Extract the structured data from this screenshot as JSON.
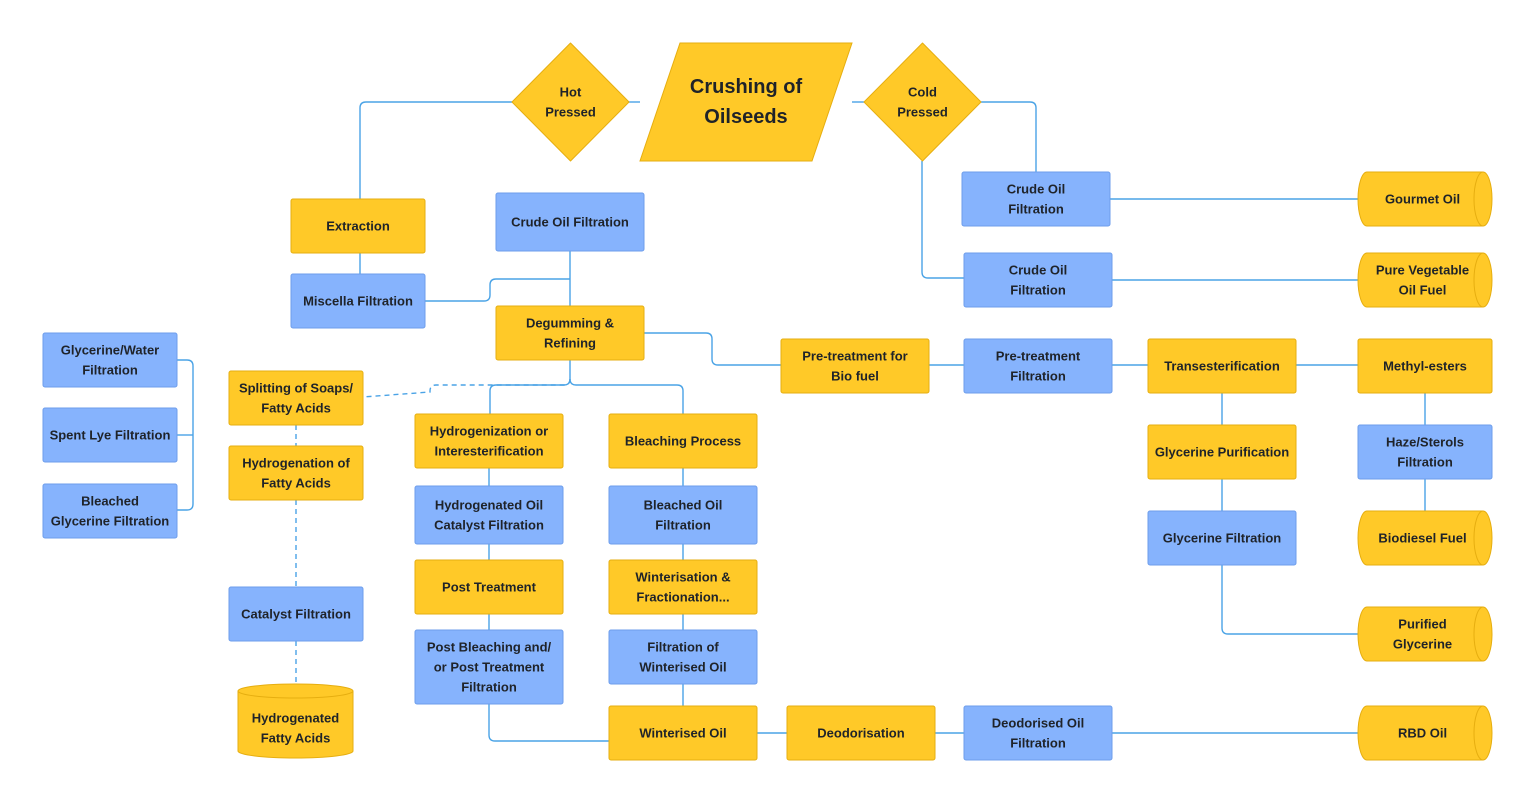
{
  "colors": {
    "process": "#FFC928",
    "process_stroke": "#E6AE10",
    "filtration": "#86B3FD",
    "filtration_stroke": "#6E9EEB",
    "connector": "#4AA3E6",
    "text": "#1F2329"
  },
  "nodes": {
    "crushing": {
      "lines": [
        "Crushing of",
        "Oilseeds"
      ]
    },
    "hot_pressed": {
      "lines": [
        "Hot",
        "Pressed"
      ]
    },
    "cold_pressed": {
      "lines": [
        "Cold",
        "Pressed"
      ]
    },
    "extraction": {
      "lines": [
        "Extraction"
      ]
    },
    "miscella_filtration": {
      "lines": [
        "Miscella Filtration"
      ]
    },
    "crude_oil_filtration_main": {
      "lines": [
        "Crude Oil Filtration"
      ]
    },
    "degumming": {
      "lines": [
        "Degumming &",
        "Refining"
      ]
    },
    "crude_oil_filtration_1": {
      "lines": [
        "Crude Oil",
        "Filtration"
      ]
    },
    "crude_oil_filtration_2": {
      "lines": [
        "Crude Oil",
        "Filtration"
      ]
    },
    "gourmet_oil": {
      "lines": [
        "Gourmet Oil"
      ]
    },
    "pure_veg_oil_fuel": {
      "lines": [
        "Pure Vegetable",
        "Oil Fuel"
      ]
    },
    "glycerine_water_filtration": {
      "lines": [
        "Glycerine/Water",
        "Filtration"
      ]
    },
    "spent_lye_filtration": {
      "lines": [
        "Spent Lye Filtration"
      ]
    },
    "bleached_glycerine_filtration": {
      "lines": [
        "Bleached",
        "Glycerine Filtration"
      ]
    },
    "splitting_soaps": {
      "lines": [
        "Splitting of Soaps/",
        "Fatty Acids"
      ]
    },
    "hydrogenation_fatty": {
      "lines": [
        "Hydrogenation of",
        "Fatty Acids"
      ]
    },
    "catalyst_filtration": {
      "lines": [
        "Catalyst Filtration"
      ]
    },
    "hydrogenated_fatty_acids": {
      "lines": [
        "Hydrogenated",
        "Fatty Acids"
      ]
    },
    "hydrogenization": {
      "lines": [
        "Hydrogenization or",
        "Interesterification"
      ]
    },
    "hydrogenated_oil_catalyst": {
      "lines": [
        "Hydrogenated Oil",
        "Catalyst Filtration"
      ]
    },
    "post_treatment": {
      "lines": [
        "Post Treatment"
      ]
    },
    "post_bleaching": {
      "lines": [
        "Post Bleaching and/",
        "or Post Treatment",
        "Filtration"
      ]
    },
    "bleaching_process": {
      "lines": [
        "Bleaching Process"
      ]
    },
    "bleached_oil_filtration": {
      "lines": [
        "Bleached Oil",
        "Filtration"
      ]
    },
    "winterisation": {
      "lines": [
        "Winterisation &",
        "Fractionation..."
      ]
    },
    "filtration_winterised": {
      "lines": [
        "Filtration of",
        "Winterised Oil"
      ]
    },
    "winterised_oil": {
      "lines": [
        "Winterised Oil"
      ]
    },
    "deodorisation": {
      "lines": [
        "Deodorisation"
      ]
    },
    "deodorised_oil_filtration": {
      "lines": [
        "Deodorised Oil",
        "Filtration"
      ]
    },
    "rbd_oil": {
      "lines": [
        "RBD Oil"
      ]
    },
    "pretreatment_biofuel": {
      "lines": [
        "Pre-treatment for",
        "Bio fuel"
      ]
    },
    "pretreatment_filtration": {
      "lines": [
        "Pre-treatment",
        "Filtration"
      ]
    },
    "transesterification": {
      "lines": [
        "Transesterification"
      ]
    },
    "methyl_esters": {
      "lines": [
        "Methyl-esters"
      ]
    },
    "glycerine_purification": {
      "lines": [
        "Glycerine Purification"
      ]
    },
    "glycerine_filtration": {
      "lines": [
        "Glycerine Filtration"
      ]
    },
    "haze_sterols": {
      "lines": [
        "Haze/Sterols",
        "Filtration"
      ]
    },
    "biodiesel_fuel": {
      "lines": [
        "Biodiesel Fuel"
      ]
    },
    "purified_glycerine": {
      "lines": [
        "Purified",
        "Glycerine"
      ]
    }
  }
}
